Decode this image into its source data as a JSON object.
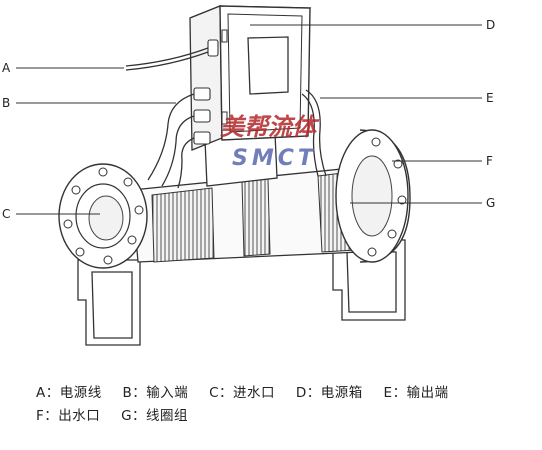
{
  "callouts": {
    "A": "A",
    "B": "B",
    "C": "C",
    "D": "D",
    "E": "E",
    "F": "F",
    "G": "G"
  },
  "watermark": {
    "cn": "美帮流体",
    "en": "SMCT"
  },
  "legend": {
    "row1": [
      "A：电源线",
      "B：输入端",
      "C：进水口",
      "D：电源箱",
      "E：输出端"
    ],
    "row2": [
      "F：出水口",
      "G：线圈组"
    ]
  },
  "colors": {
    "line": "#333333",
    "watermark": "#b3272a",
    "watermark_en": "#5a68b0"
  }
}
